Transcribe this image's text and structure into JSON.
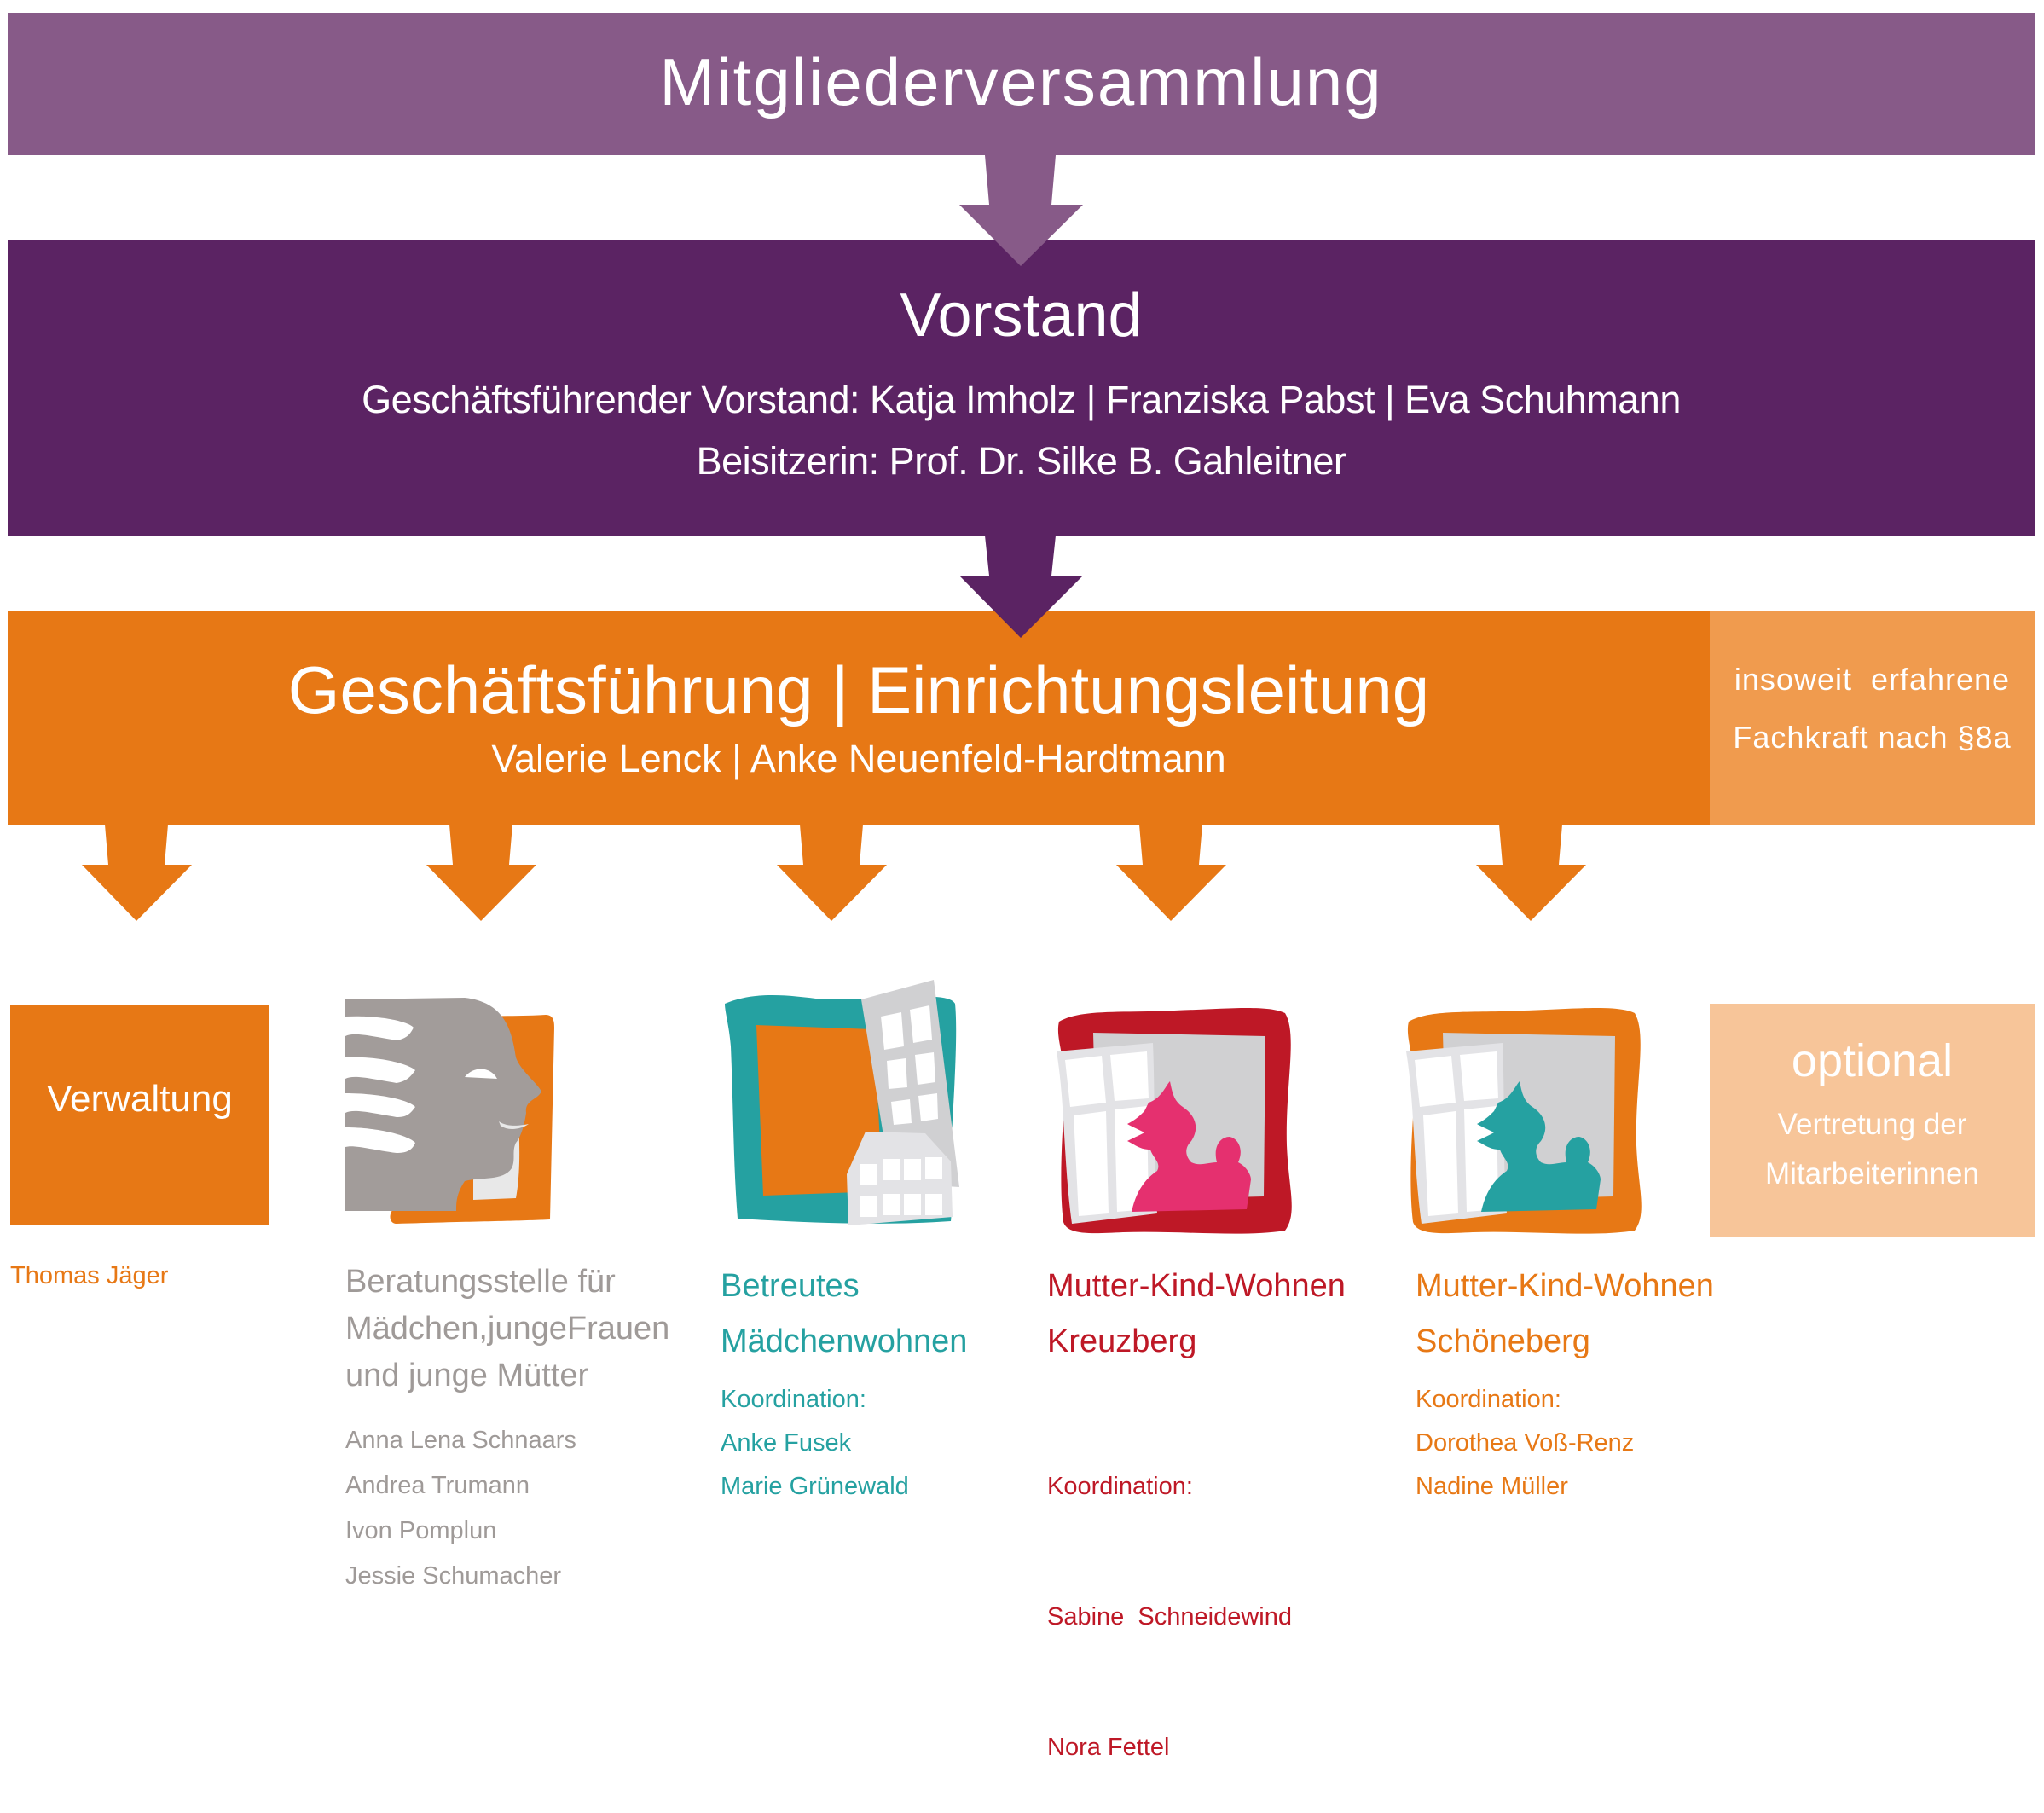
{
  "colors": {
    "mitglieder": "#875a88",
    "vorstand": "#5b2363",
    "orange": "#e77815",
    "orange_light": "#f09b4e",
    "orange_pale": "#f7c599",
    "grey_text": "#9f9a98",
    "teal": "#25a1a1",
    "red": "#be1826",
    "pink": "#e5306f"
  },
  "mitgliederversammlung": {
    "title": "Mitgliederversammlung"
  },
  "vorstand": {
    "title": "Vorstand",
    "line1": "Geschäftsführender Vorstand: Katja Imholz | Franziska Pabst | Eva Schuhmann",
    "line2": "Beisitzerin: Prof. Dr. Silke B. Gahleitner"
  },
  "geschaeftsfuehrung": {
    "title": "Geschäftsführung | Einrichtungsleitung",
    "names": "Valerie Lenck | Anke Neuenfeld-Hardtmann"
  },
  "fachkraft": {
    "line1": "insoweit  erfahrene",
    "line2": "Fachkraft nach §8a"
  },
  "units": [
    {
      "id": "verwaltung",
      "box_label": "Verwaltung",
      "names": [
        "Thomas Jäger"
      ],
      "icon": "verwaltung-box"
    },
    {
      "id": "beratungsstelle",
      "title_lines": [
        "Beratungsstelle für",
        "Mädchen,jungeFrauen",
        "und junge Mütter"
      ],
      "names": [
        "Anna Lena Schnaars",
        "Andrea Trumann",
        "Ivon Pomplun",
        "Jessie Schumacher"
      ],
      "icon": "face-profile-icon"
    },
    {
      "id": "betreutes-maedchenwohnen",
      "title_lines": [
        "Betreutes",
        "Mädchenwohnen"
      ],
      "koordination_label": "Koordination:",
      "names": [
        "Anke Fusek",
        "Marie Grünewald"
      ],
      "icon": "buildings-icon"
    },
    {
      "id": "mutter-kind-kreuzberg",
      "title_lines": [
        "Mutter-Kind-Wohnen",
        "Kreuzberg"
      ],
      "koordination_label": "Koordination:",
      "names": [
        "Sabine  Schneidewind",
        "Nora Fettel"
      ],
      "icon": "mother-child-window-icon"
    },
    {
      "id": "mutter-kind-schoeneberg",
      "title_lines": [
        "Mutter-Kind-Wohnen",
        "Schöneberg"
      ],
      "koordination_label": "Koordination:",
      "names": [
        "Dorothea Voß-Renz",
        "Nadine Müller"
      ],
      "icon": "mother-child-window-icon"
    }
  ],
  "optional_box": {
    "title": "optional",
    "line1": "Vertretung der",
    "line2": "Mitarbeiterinnen"
  }
}
